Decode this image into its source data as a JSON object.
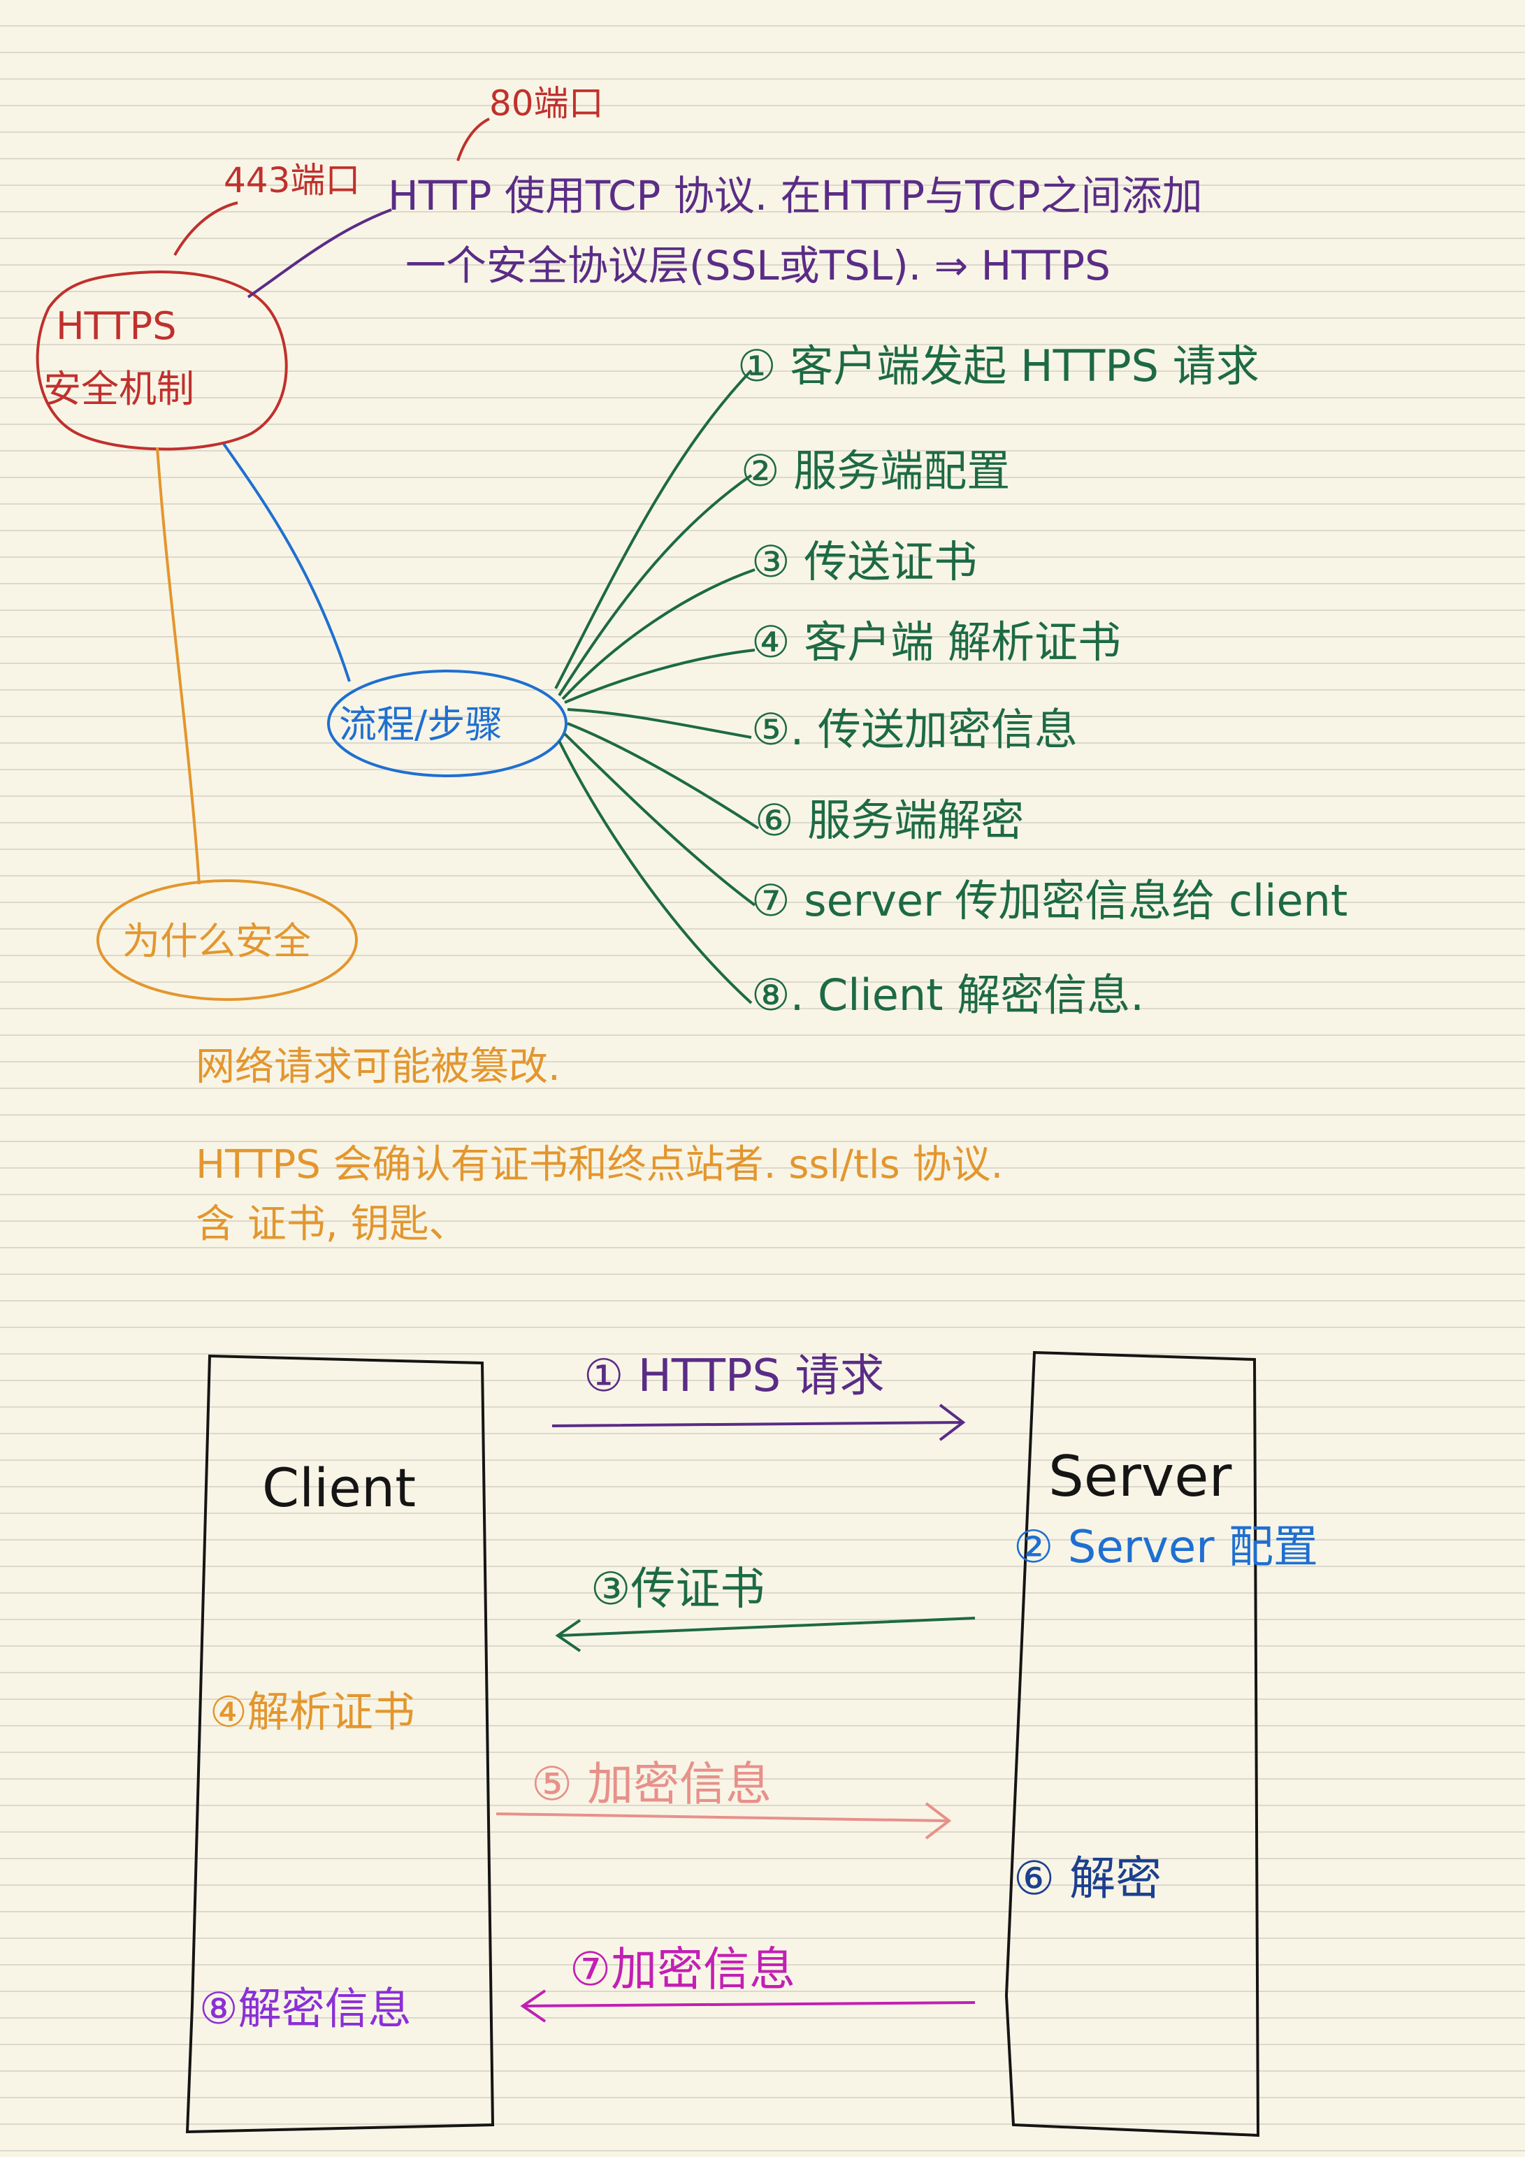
{
  "colors": {
    "red": "#c0302d",
    "purple": "#5a2c86",
    "green": "#1d6a45",
    "blue": "#1f6fd1",
    "orange": "#e3962e",
    "black": "#151515",
    "pink": "#e8908a",
    "navy": "#1c3f8f",
    "magenta": "#c21fb4",
    "violet": "#8b2fd6"
  },
  "mindmap": {
    "center": {
      "line1": "HTTPS",
      "line2": "安全机制"
    },
    "port_443": "443端口",
    "port_80": "80端口",
    "definition": {
      "line1": "HTTP 使用TCP 协议. 在HTTP与TCP之间添加",
      "line2": "一个安全协议层(SSL或TSL). ⇒ HTTPS"
    },
    "process_node": "流程/步骤",
    "steps": [
      "① 客户端发起 HTTPS 请求",
      "② 服务端配置",
      "③ 传送证书",
      "④ 客户端 解析证书",
      "⑤. 传送加密信息",
      "⑥ 服务端解密",
      "⑦ server 传加密信息给 client",
      "⑧. Client 解密信息."
    ],
    "why_node": "为什么安全",
    "notes": [
      "网络请求可能被篡改.",
      "HTTPS 会确认有证书和终点站者. ssl/tls 协议.",
      "含 证书, 钥匙、"
    ]
  },
  "sequence": {
    "client_label": "Client",
    "server_label": "Server",
    "m1": "① HTTPS 请求",
    "m2": "② Server 配置",
    "m3": "③传证书",
    "m4": "④解析证书",
    "m5": "⑤ 加密信息",
    "m6": "⑥ 解密",
    "m7": "⑦加密信息",
    "m8": "⑧解密信息"
  }
}
